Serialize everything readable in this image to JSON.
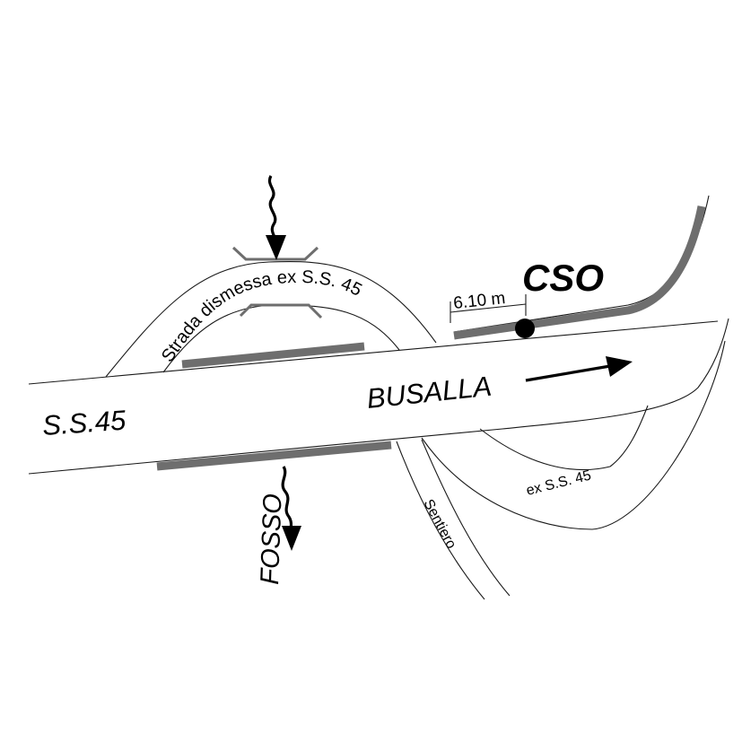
{
  "labels": {
    "ss45": "S.S.45",
    "busalla": "BUSALLA",
    "cso": "CSO",
    "distance": "6.10 m",
    "old_road": "Strada dismessa ex S.S. 45",
    "ex_ss45": "ex S.S. 45",
    "sentiero": "Sentiero",
    "fosso": "FOSSO"
  },
  "colors": {
    "line": "#1a1a1a",
    "barrier": "#6e6e6e",
    "marker": "#000000"
  },
  "icons": {
    "flow_arrow": "wavy-arrow-down",
    "direction_arrow": "arrow-right",
    "cso_point": "filled-circle"
  }
}
